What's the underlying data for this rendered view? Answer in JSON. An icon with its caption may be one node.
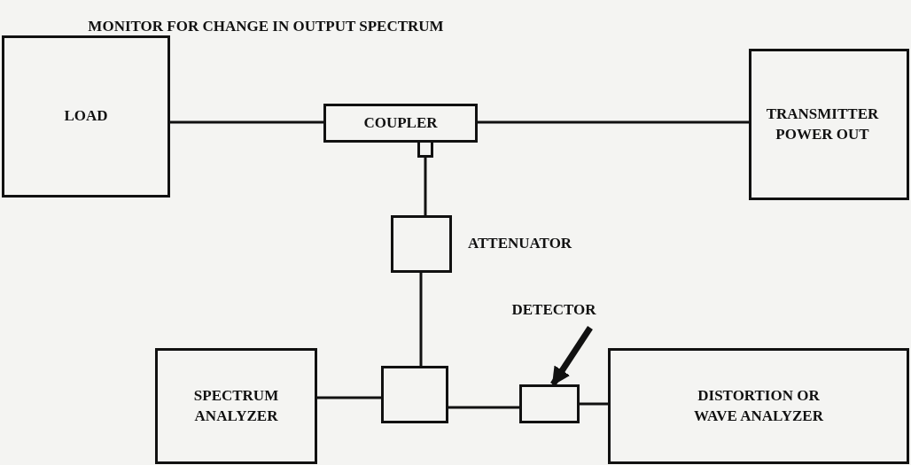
{
  "diagram": {
    "title": "MONITOR FOR CHANGE IN OUTPUT SPECTRUM",
    "nodes": [
      {
        "text": [
          "LOAD"
        ]
      },
      {
        "text": [
          "COUPLER"
        ]
      },
      {
        "text": [],
        "shape": "box"
      },
      {
        "text": [],
        "shape": "box",
        "beside": [
          "ATTENUATOR"
        ]
      },
      {
        "text": [
          "TRANSMITTER POWER OUT"
        ]
      },
      {
        "text": [
          "SPECTRUM ANALYZER"
        ]
      },
      {
        "text": [],
        "shape": "box"
      },
      {
        "text": [],
        "shape": "box"
      },
      {
        "text": [
          "DISTORTION OR WAVE ANALYZER"
        ]
      },
      {
        "text": [
          "DETECTOR"
        ]
      }
    ],
    "edges": [
      {
        "from": 0,
        "to": 1,
        "arrow": "none"
      },
      {
        "from": 1,
        "to": 4,
        "arrow": "none"
      },
      {
        "from": 2,
        "to": 3,
        "arrow": "none"
      },
      {
        "from": 3,
        "to": 6,
        "arrow": "none"
      },
      {
        "from": 5,
        "to": 6,
        "arrow": "none"
      },
      {
        "from": 6,
        "to": 7,
        "arrow": "none"
      },
      {
        "from": 7,
        "to": 8,
        "arrow": "none"
      },
      {
        "from": 9,
        "to": 7,
        "arrow": "to",
        "style": "thick"
      }
    ]
  }
}
